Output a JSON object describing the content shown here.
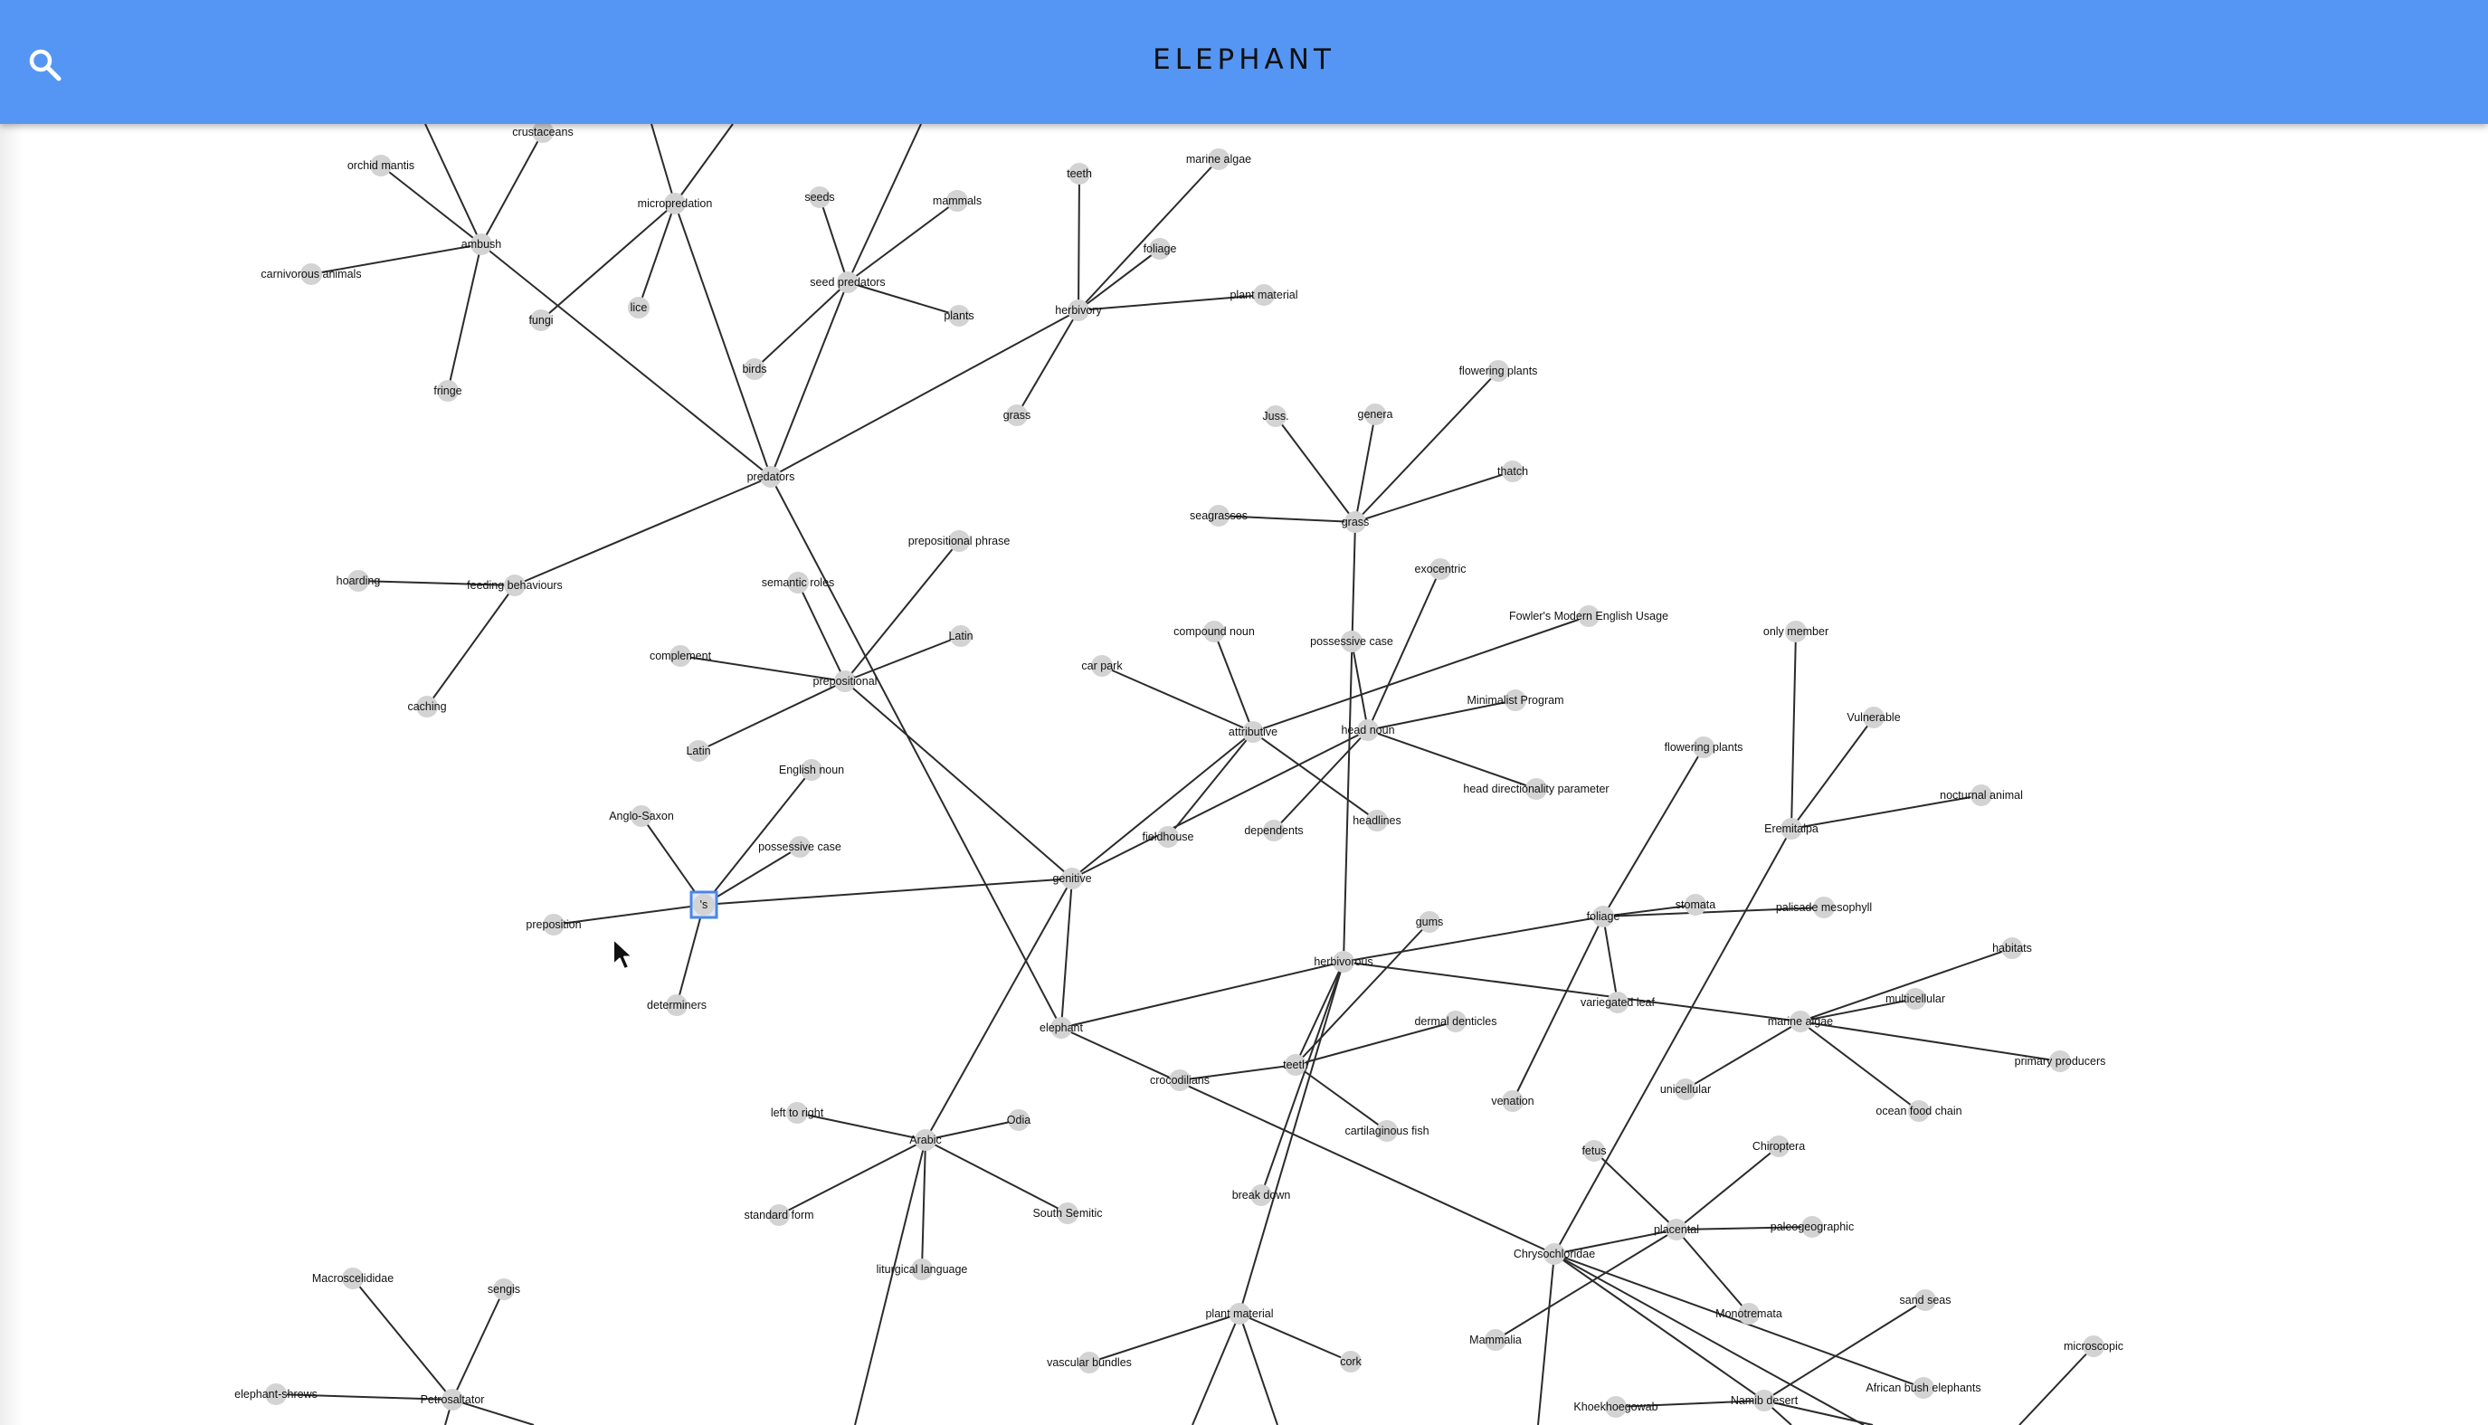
{
  "header": {
    "title": "ELEPHANT"
  },
  "icons": {
    "search": "search-icon",
    "cursor": "mouse-pointer-icon"
  },
  "colors": {
    "header": "#5596f4",
    "node": "#d3d3d3",
    "edge": "#2b2b2b",
    "selected_border": "#4a86e8"
  },
  "graph": {
    "selected": "'s",
    "nodes": [
      {
        "id": "crustaceans",
        "label": "crustaceans"
      },
      {
        "id": "orchid",
        "label": "orchid mantis"
      },
      {
        "id": "ambush",
        "label": "ambush"
      },
      {
        "id": "carnivorous",
        "label": "carnivorous animals"
      },
      {
        "id": "fungi",
        "label": "fungi"
      },
      {
        "id": "fringe",
        "label": "fringe"
      },
      {
        "id": "micropredation",
        "label": "micropredation"
      },
      {
        "id": "lice",
        "label": "lice"
      },
      {
        "id": "seeds",
        "label": "seeds"
      },
      {
        "id": "mammals",
        "label": "mammals"
      },
      {
        "id": "seedpred",
        "label": "seed predators"
      },
      {
        "id": "plants",
        "label": "plants"
      },
      {
        "id": "birds",
        "label": "birds"
      },
      {
        "id": "teeth1",
        "label": "teeth"
      },
      {
        "id": "marinealgae1",
        "label": "marine algae"
      },
      {
        "id": "foliage1",
        "label": "foliage"
      },
      {
        "id": "herbivory",
        "label": "herbivory"
      },
      {
        "id": "plantmat1",
        "label": "plant material"
      },
      {
        "id": "grass1",
        "label": "grass"
      },
      {
        "id": "predators",
        "label": "predators"
      },
      {
        "id": "juss",
        "label": "Juss."
      },
      {
        "id": "genera",
        "label": "genera"
      },
      {
        "id": "flowering1",
        "label": "flowering plants"
      },
      {
        "id": "thatch",
        "label": "thatch"
      },
      {
        "id": "seagrasses",
        "label": "seagrasses"
      },
      {
        "id": "grass2",
        "label": "grass"
      },
      {
        "id": "hoarding",
        "label": "hoarding"
      },
      {
        "id": "feeding",
        "label": "feeding behaviours"
      },
      {
        "id": "caching",
        "label": "caching"
      },
      {
        "id": "prepphrase",
        "label": "prepositional phrase"
      },
      {
        "id": "semroles",
        "label": "semantic roles"
      },
      {
        "id": "latin1",
        "label": "Latin"
      },
      {
        "id": "complement",
        "label": "complement"
      },
      {
        "id": "prepositional",
        "label": "prepositional"
      },
      {
        "id": "latin2",
        "label": "Latin"
      },
      {
        "id": "exocentric",
        "label": "exocentric"
      },
      {
        "id": "fowler",
        "label": "Fowler's Modern English Usage"
      },
      {
        "id": "compound",
        "label": "compound noun"
      },
      {
        "id": "posscase1",
        "label": "possessive case"
      },
      {
        "id": "carpark",
        "label": "car park"
      },
      {
        "id": "minimalist",
        "label": "Minimalist Program"
      },
      {
        "id": "attributive",
        "label": "attributive"
      },
      {
        "id": "headnoun",
        "label": "head noun"
      },
      {
        "id": "headdir",
        "label": "head directionality parameter"
      },
      {
        "id": "fieldhouse",
        "label": "fieldhouse"
      },
      {
        "id": "dependents",
        "label": "dependents"
      },
      {
        "id": "headlines",
        "label": "headlines"
      },
      {
        "id": "onlymember",
        "label": "only member"
      },
      {
        "id": "vulnerable",
        "label": "Vulnerable"
      },
      {
        "id": "nocturnal",
        "label": "nocturnal animal"
      },
      {
        "id": "eremitalpa",
        "label": "Eremitalpa"
      },
      {
        "id": "flowering2",
        "label": "flowering plants"
      },
      {
        "id": "englishnoun",
        "label": "English noun"
      },
      {
        "id": "anglosaxon",
        "label": "Anglo-Saxon"
      },
      {
        "id": "posscase2",
        "label": "possessive case"
      },
      {
        "id": "s",
        "label": "'s"
      },
      {
        "id": "preposition",
        "label": "preposition"
      },
      {
        "id": "determiners",
        "label": "determiners"
      },
      {
        "id": "genitive",
        "label": "genitive"
      },
      {
        "id": "gums",
        "label": "gums"
      },
      {
        "id": "foliage2",
        "label": "foliage"
      },
      {
        "id": "stomata",
        "label": "stomata"
      },
      {
        "id": "palisade",
        "label": "palisade mesophyll"
      },
      {
        "id": "habitats",
        "label": "habitats"
      },
      {
        "id": "herbivorous",
        "label": "herbivorous"
      },
      {
        "id": "dermal",
        "label": "dermal denticles"
      },
      {
        "id": "variegated",
        "label": "variegated leaf"
      },
      {
        "id": "multicellular",
        "label": "multicellular"
      },
      {
        "id": "marinealgae2",
        "label": "marine algae"
      },
      {
        "id": "elephant",
        "label": "elephant"
      },
      {
        "id": "primary",
        "label": "primary producers"
      },
      {
        "id": "crocodilians",
        "label": "crocodilians"
      },
      {
        "id": "teeth2",
        "label": "teeth"
      },
      {
        "id": "unicellular",
        "label": "unicellular"
      },
      {
        "id": "venation",
        "label": "venation"
      },
      {
        "id": "oceanfood",
        "label": "ocean food chain"
      },
      {
        "id": "lefttoright",
        "label": "left to right"
      },
      {
        "id": "odia",
        "label": "Odia"
      },
      {
        "id": "arabic",
        "label": "Arabic"
      },
      {
        "id": "cartilaginous",
        "label": "cartilaginous fish"
      },
      {
        "id": "fetus",
        "label": "fetus"
      },
      {
        "id": "chiroptera",
        "label": "Chiroptera"
      },
      {
        "id": "standard",
        "label": "standard form"
      },
      {
        "id": "southsemitic",
        "label": "South Semitic"
      },
      {
        "id": "breakdown",
        "label": "break down"
      },
      {
        "id": "placental",
        "label": "placental"
      },
      {
        "id": "paleogeo",
        "label": "paleogeographic"
      },
      {
        "id": "chryso",
        "label": "Chrysochloridae"
      },
      {
        "id": "liturgical",
        "label": "liturgical language"
      },
      {
        "id": "monotremata",
        "label": "Monotremata"
      },
      {
        "id": "macrosc",
        "label": "Macroscelididae"
      },
      {
        "id": "sengis",
        "label": "sengis"
      },
      {
        "id": "plantmat2",
        "label": "plant material"
      },
      {
        "id": "sandseas",
        "label": "sand seas"
      },
      {
        "id": "mammalia",
        "label": "Mammalia"
      },
      {
        "id": "cork",
        "label": "cork"
      },
      {
        "id": "vascular",
        "label": "vascular bundles"
      },
      {
        "id": "microscopic",
        "label": "microscopic"
      },
      {
        "id": "elephantshrews",
        "label": "elephant-shrews"
      },
      {
        "id": "petrosal",
        "label": "Petrosaltator"
      },
      {
        "id": "africanbush",
        "label": "African bush elephants"
      },
      {
        "id": "khoek",
        "label": "Khoekhoegowab"
      },
      {
        "id": "namib",
        "label": "Namib desert"
      }
    ],
    "edges": [
      [
        "ambush",
        "crustaceans"
      ],
      [
        "ambush",
        "orchid"
      ],
      [
        "ambush",
        "carnivorous"
      ],
      [
        "ambush",
        "fringe"
      ],
      [
        "ambush",
        "predators"
      ],
      [
        "micropredation",
        "fungi"
      ],
      [
        "micropredation",
        "lice"
      ],
      [
        "micropredation",
        "predators"
      ],
      [
        "seedpred",
        "seeds"
      ],
      [
        "seedpred",
        "mammals"
      ],
      [
        "seedpred",
        "plants"
      ],
      [
        "seedpred",
        "birds"
      ],
      [
        "seedpred",
        "predators"
      ],
      [
        "herbivory",
        "teeth1"
      ],
      [
        "herbivory",
        "marinealgae1"
      ],
      [
        "herbivory",
        "foliage1"
      ],
      [
        "herbivory",
        "plantmat1"
      ],
      [
        "herbivory",
        "grass1"
      ],
      [
        "herbivory",
        "predators"
      ],
      [
        "predators",
        "feeding"
      ],
      [
        "predators",
        "elephant"
      ],
      [
        "feeding",
        "hoarding"
      ],
      [
        "feeding",
        "caching"
      ],
      [
        "grass2",
        "juss"
      ],
      [
        "grass2",
        "genera"
      ],
      [
        "grass2",
        "flowering1"
      ],
      [
        "grass2",
        "thatch"
      ],
      [
        "grass2",
        "seagrasses"
      ],
      [
        "grass2",
        "herbivorous"
      ],
      [
        "prepositional",
        "prepphrase"
      ],
      [
        "prepositional",
        "semroles"
      ],
      [
        "prepositional",
        "latin1"
      ],
      [
        "prepositional",
        "complement"
      ],
      [
        "prepositional",
        "latin2"
      ],
      [
        "prepositional",
        "genitive"
      ],
      [
        "headnoun",
        "exocentric"
      ],
      [
        "headnoun",
        "posscase1"
      ],
      [
        "headnoun",
        "minimalist"
      ],
      [
        "headnoun",
        "headdir"
      ],
      [
        "headnoun",
        "dependents"
      ],
      [
        "headnoun",
        "genitive"
      ],
      [
        "attributive",
        "compound"
      ],
      [
        "attributive",
        "carpark"
      ],
      [
        "attributive",
        "fowler"
      ],
      [
        "attributive",
        "fieldhouse"
      ],
      [
        "attributive",
        "headlines"
      ],
      [
        "attributive",
        "genitive"
      ],
      [
        "eremitalpa",
        "onlymember"
      ],
      [
        "eremitalpa",
        "vulnerable"
      ],
      [
        "eremitalpa",
        "nocturnal"
      ],
      [
        "eremitalpa",
        "chryso"
      ],
      [
        "s",
        "englishnoun"
      ],
      [
        "s",
        "anglosaxon"
      ],
      [
        "s",
        "posscase2"
      ],
      [
        "s",
        "preposition"
      ],
      [
        "s",
        "determiners"
      ],
      [
        "s",
        "genitive"
      ],
      [
        "genitive",
        "elephant"
      ],
      [
        "genitive",
        "arabic"
      ],
      [
        "foliage2",
        "flowering2"
      ],
      [
        "foliage2",
        "stomata"
      ],
      [
        "foliage2",
        "palisade"
      ],
      [
        "foliage2",
        "variegated"
      ],
      [
        "foliage2",
        "venation"
      ],
      [
        "foliage2",
        "herbivorous"
      ],
      [
        "herbivorous",
        "elephant"
      ],
      [
        "herbivorous",
        "marinealgae2"
      ],
      [
        "herbivorous",
        "teeth2"
      ],
      [
        "herbivorous",
        "breakdown"
      ],
      [
        "herbivorous",
        "plantmat2"
      ],
      [
        "teeth2",
        "gums"
      ],
      [
        "teeth2",
        "dermal"
      ],
      [
        "teeth2",
        "crocodilians"
      ],
      [
        "teeth2",
        "cartilaginous"
      ],
      [
        "marinealgae2",
        "habitats"
      ],
      [
        "marinealgae2",
        "multicellular"
      ],
      [
        "marinealgae2",
        "primary"
      ],
      [
        "marinealgae2",
        "unicellular"
      ],
      [
        "marinealgae2",
        "oceanfood"
      ],
      [
        "elephant",
        "chryso"
      ],
      [
        "arabic",
        "lefttoright"
      ],
      [
        "arabic",
        "odia"
      ],
      [
        "arabic",
        "standard"
      ],
      [
        "arabic",
        "southsemitic"
      ],
      [
        "arabic",
        "liturgical"
      ],
      [
        "placental",
        "fetus"
      ],
      [
        "placental",
        "chiroptera"
      ],
      [
        "placental",
        "paleogeo"
      ],
      [
        "placental",
        "monotremata"
      ],
      [
        "placental",
        "chryso"
      ],
      [
        "placental",
        "mammalia"
      ],
      [
        "chryso",
        "namib"
      ],
      [
        "chryso",
        "africanbush"
      ],
      [
        "namib",
        "sandseas"
      ],
      [
        "namib",
        "khoek"
      ],
      [
        "plantmat2",
        "cork"
      ],
      [
        "plantmat2",
        "vascular"
      ],
      [
        "petrosal",
        "macrosc"
      ],
      [
        "petrosal",
        "sengis"
      ],
      [
        "petrosal",
        "elephantshrews"
      ]
    ]
  }
}
